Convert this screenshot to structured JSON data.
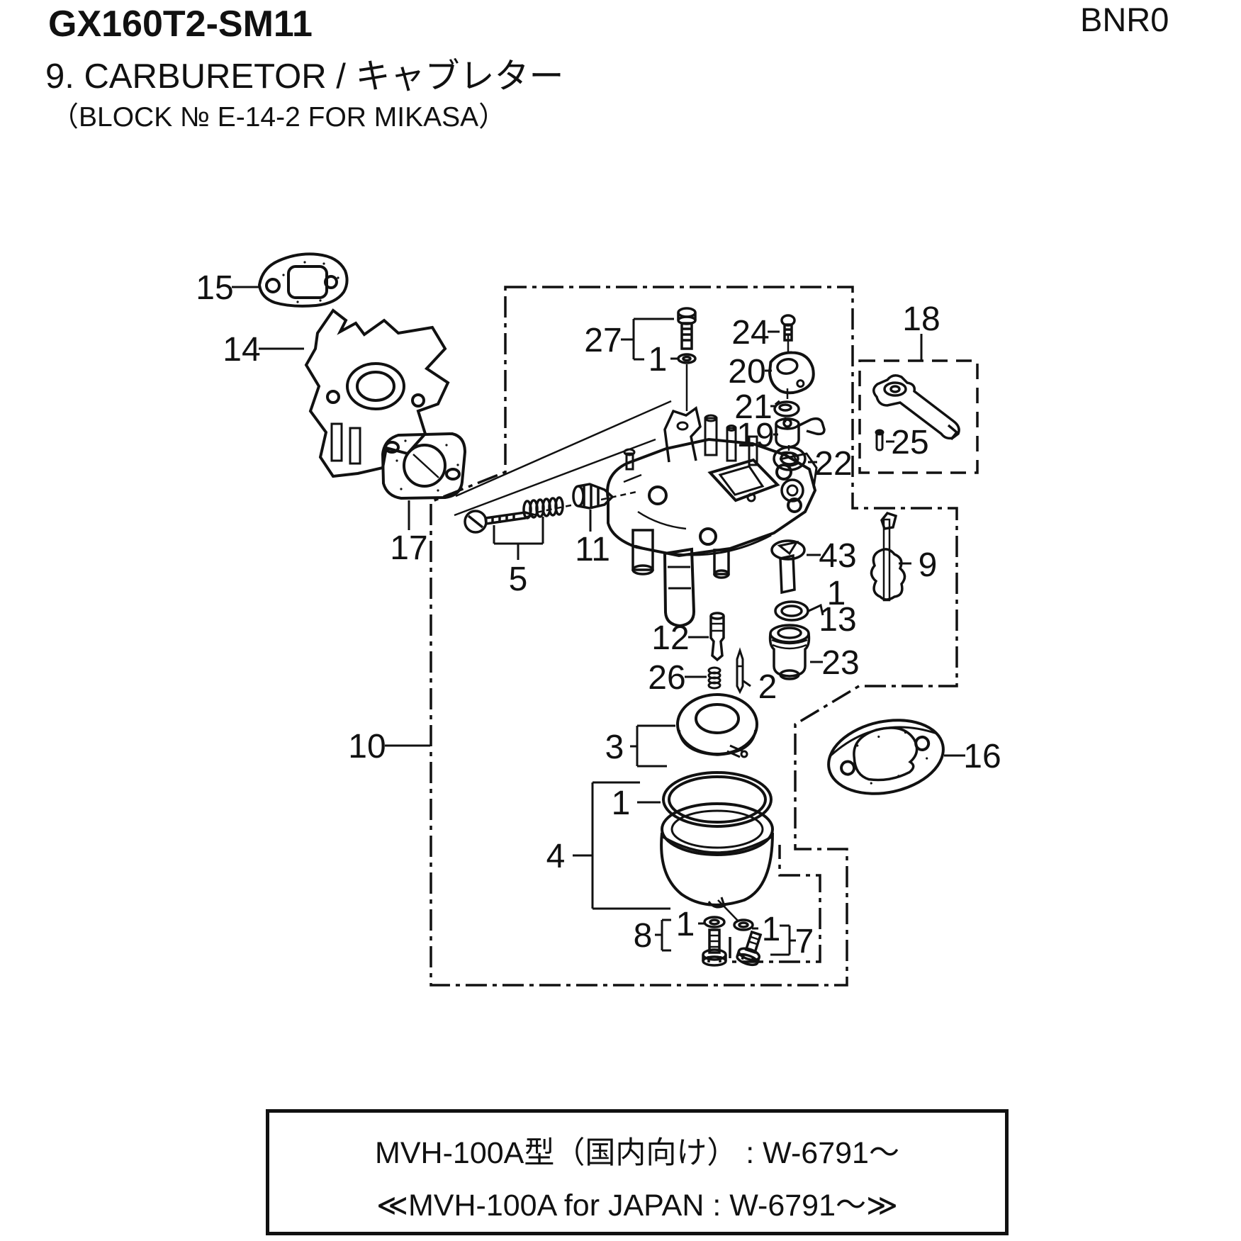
{
  "header": {
    "model": "GX160T2-SM11",
    "section": "9. CARBURETOR / キャブレター",
    "block": "（BLOCK № E-14-2  FOR MIKASA）",
    "code": "BNR0"
  },
  "footer": {
    "line1": "MVH-100A型（国内向け） : W-6791～",
    "line2": "≪MVH-100A  for JAPAN : W-6791～≫"
  },
  "diagram": {
    "colors": {
      "ink": "#111111",
      "paper": "#ffffff"
    },
    "callouts": [
      {
        "label": "15"
      },
      {
        "label": "14"
      },
      {
        "label": "17"
      },
      {
        "label": "5"
      },
      {
        "label": "11"
      },
      {
        "label": "27"
      },
      {
        "label": "1"
      },
      {
        "label": "24"
      },
      {
        "label": "20"
      },
      {
        "label": "21"
      },
      {
        "label": "19"
      },
      {
        "label": "22"
      },
      {
        "label": "18"
      },
      {
        "label": "25"
      },
      {
        "label": "43"
      },
      {
        "label": "9"
      },
      {
        "label": "1"
      },
      {
        "label": "13"
      },
      {
        "label": "12"
      },
      {
        "label": "26"
      },
      {
        "label": "2"
      },
      {
        "label": "23"
      },
      {
        "label": "3"
      },
      {
        "label": "10"
      },
      {
        "label": "1"
      },
      {
        "label": "4"
      },
      {
        "label": "8"
      },
      {
        "label": "1"
      },
      {
        "label": "1"
      },
      {
        "label": "7"
      },
      {
        "label": "16"
      }
    ]
  }
}
